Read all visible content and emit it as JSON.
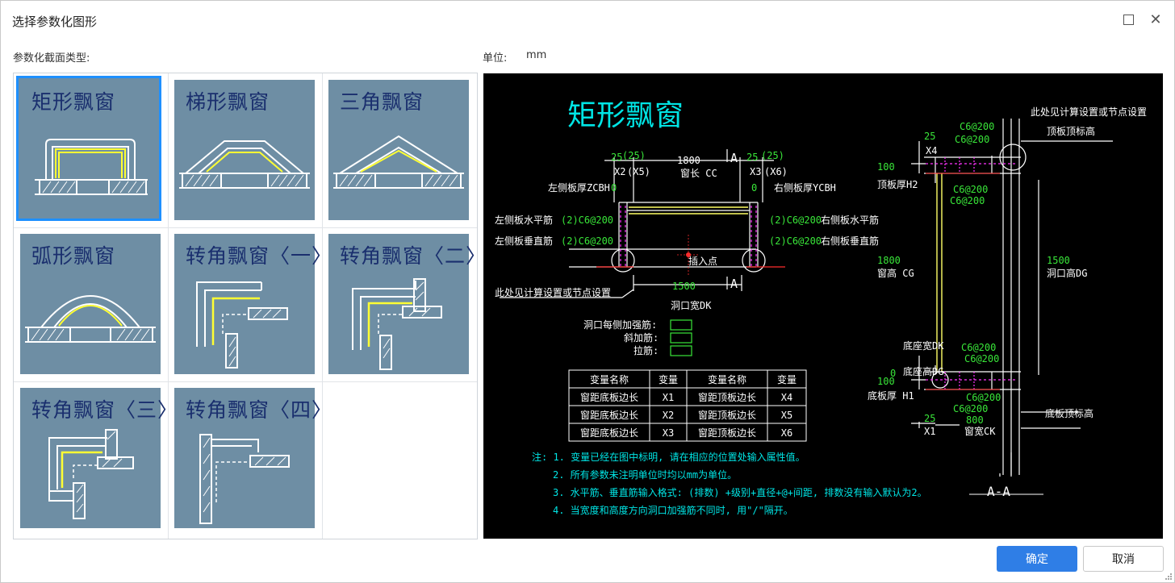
{
  "window": {
    "title": "选择参数化图形"
  },
  "left_label": "参数化截面类型:",
  "unit": {
    "label": "单位:",
    "value": "mm"
  },
  "shapes": [
    {
      "label": "矩形飘窗",
      "selected": true
    },
    {
      "label": "梯形飘窗",
      "selected": false
    },
    {
      "label": "三角飘窗",
      "selected": false
    },
    {
      "label": "弧形飘窗",
      "selected": false
    },
    {
      "label": "转角飘窗〈一〉",
      "selected": false
    },
    {
      "label": "转角飘窗〈二〉",
      "selected": false
    },
    {
      "label": "转角飘窗〈三〉",
      "selected": false
    },
    {
      "label": "转角飘窗〈四〉",
      "selected": false
    }
  ],
  "preview": {
    "title": "矩形飘窗",
    "plan": {
      "dim_left_top": "25",
      "dim_left_top_paren": "(25)",
      "dim_left_x": "X2",
      "dim_left_x_paren": "(X5)",
      "dim_mid": "1800",
      "dim_mid_label": "窗长 CC",
      "section_a": "A",
      "dim_right_top": "25",
      "dim_right_top_paren": "(25)",
      "dim_right_x": "X3",
      "dim_right_x_paren": "(X6)",
      "left_thick": "左侧板厚ZCBH",
      "left_thick_val": "0",
      "right_thick_val": "0",
      "right_thick": "右侧板厚YCBH",
      "left_hbar": "左侧板水平筋",
      "left_hbar_val": "(2)C6@200",
      "left_vbar": "左侧板垂直筋",
      "left_vbar_val": "(2)C6@200",
      "right_hbar_val": "(2)C6@200",
      "right_hbar": "右侧板水平筋",
      "right_vbar_val": "(2)C6@200",
      "right_vbar": "右侧板垂直筋",
      "insert_point": "插入点",
      "see_note": "此处见计算设置或节点设置",
      "opening": "1500",
      "opening_label": "洞口宽DK",
      "opening_add": "洞口每侧加强筋:",
      "diag_bar": "斜加筋:",
      "tie_bar": "拉筋:"
    },
    "table": {
      "headers": [
        "变量名称",
        "变量",
        "变量名称",
        "变量"
      ],
      "rows": [
        [
          "窗距底板边长",
          "X1",
          "窗距顶板边长",
          "X4"
        ],
        [
          "窗距底板边长",
          "X2",
          "窗距顶板边长",
          "X5"
        ],
        [
          "窗距底板边长",
          "X3",
          "窗距顶板边长",
          "X6"
        ]
      ]
    },
    "notes": [
      "注: 1. 变量已经在图中标明, 请在相应的位置处输入属性值。",
      "2. 所有参数未注明单位时均以mm为单位。",
      "3. 水平筋、垂直筋输入格式: (排数) +级别+直径+@+间距, 排数没有输入默认为2。",
      "4. 当宽度和高度方向洞口加强筋不同时, 用\"/\"隔开。"
    ],
    "section": {
      "see_note": "此处见计算设置或节点设置",
      "top_elev": "顶板顶标高",
      "c1": "C6@200",
      "c2": "C6@200",
      "dim25_top": "25",
      "x4": "X4",
      "h100_top": "100",
      "top_thick": "顶板厚H2",
      "c3": "C6@200",
      "c4": "C6@200",
      "h1800": "1800",
      "win_h": "窗高 CG",
      "h1500": "1500",
      "open_h": "洞口高DG",
      "base_w": "底座宽DK",
      "base_h": "底座高DG",
      "c5": "C6@200",
      "c6": "C6@200",
      "zero": "0",
      "h100_bot": "100",
      "bot_thick": "底板厚 H1",
      "c7": "C6@200",
      "c8": "C6@200",
      "bot_elev": "底板顶标高",
      "dim25_bot": "25",
      "x1": "X1",
      "dim800": "800",
      "win_w": "窗宽CK",
      "section_label": "A-A"
    }
  },
  "buttons": {
    "ok": "确定",
    "cancel": "取消"
  },
  "colors": {
    "accent": "#2f7ee6",
    "thumb_bg": "#6e8ea4",
    "cyan": "#00e5e5",
    "green": "#39e639",
    "magenta": "#ff33ff",
    "yellow": "#ffff66"
  }
}
